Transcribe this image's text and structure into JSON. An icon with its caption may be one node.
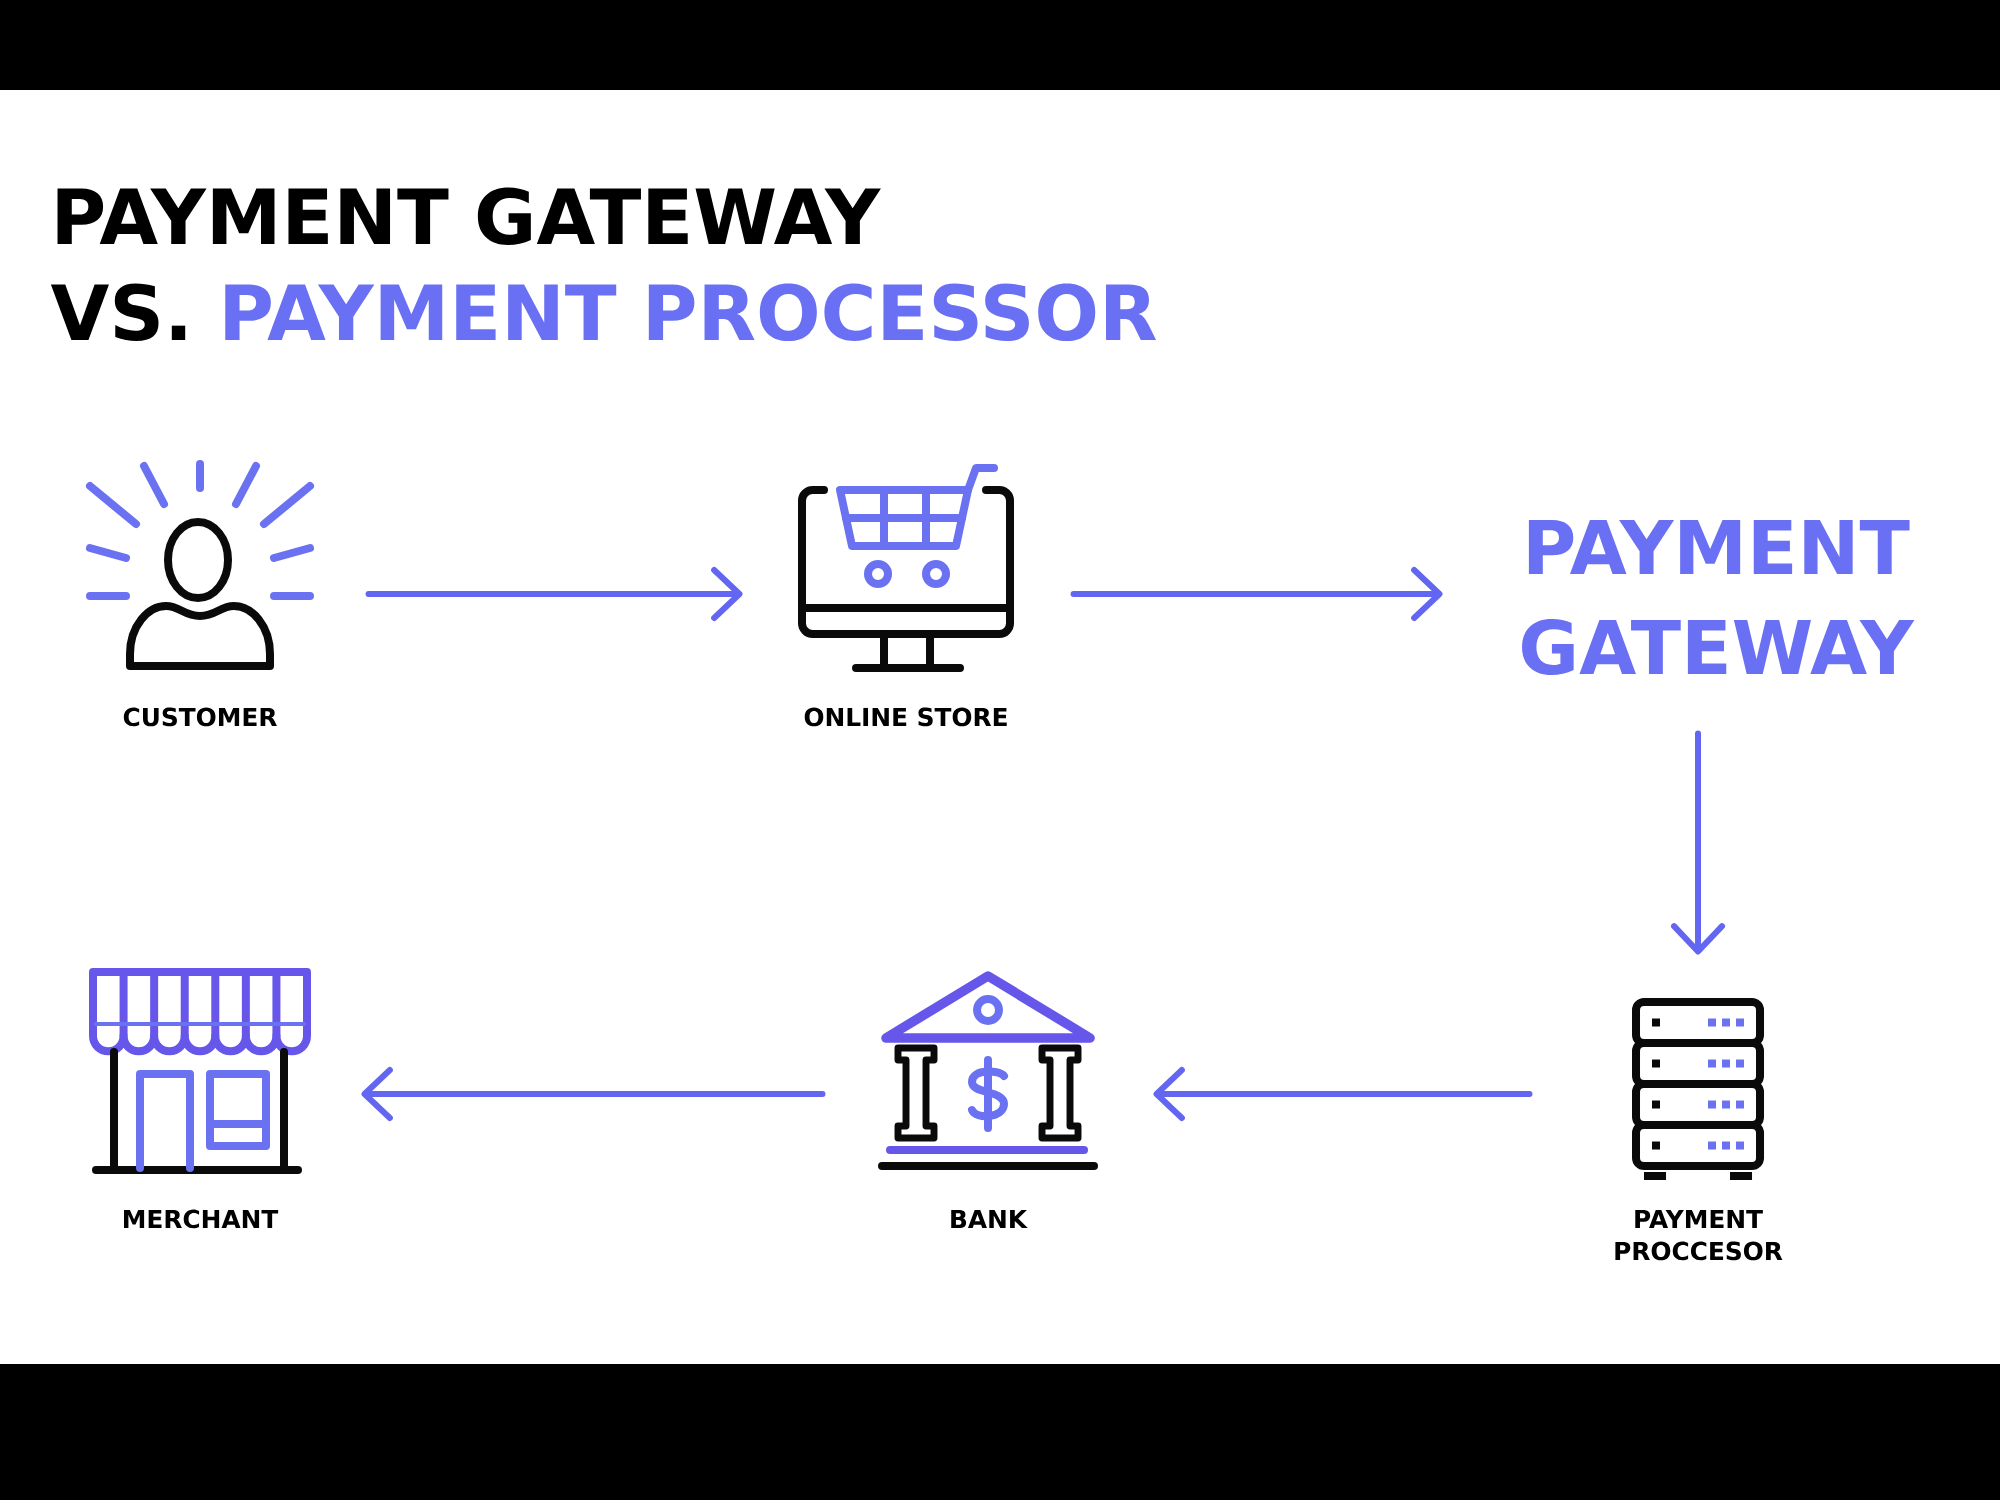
{
  "diagram": {
    "title": "PAYMENT GATEWAY VS. PAYMENT PROCESSOR",
    "nodes": [
      {
        "text": [],
        "shape": "person",
        "beside": [
          "CUSTOMER"
        ]
      },
      {
        "text": [],
        "shape": "picture",
        "beside": [
          "ONLINE STORE"
        ]
      },
      {
        "text": [
          "PAYMENT GATEWAY"
        ]
      },
      {
        "text": [],
        "shape": "picture",
        "beside": [
          "MERCHANT"
        ]
      },
      {
        "text": [],
        "shape": "picture",
        "beside": [
          "BANK"
        ]
      },
      {
        "text": [],
        "shape": "picture",
        "beside": [
          "PAYMENT PROCCESOR"
        ]
      }
    ],
    "edges": [
      {
        "from": 0,
        "to": 1,
        "arrow": "to"
      },
      {
        "from": 1,
        "to": 2,
        "arrow": "to"
      },
      {
        "from": 2,
        "to": 5,
        "arrow": "to"
      },
      {
        "from": 5,
        "to": 4,
        "arrow": "to"
      },
      {
        "from": 4,
        "to": 3,
        "arrow": "to"
      }
    ]
  }
}
